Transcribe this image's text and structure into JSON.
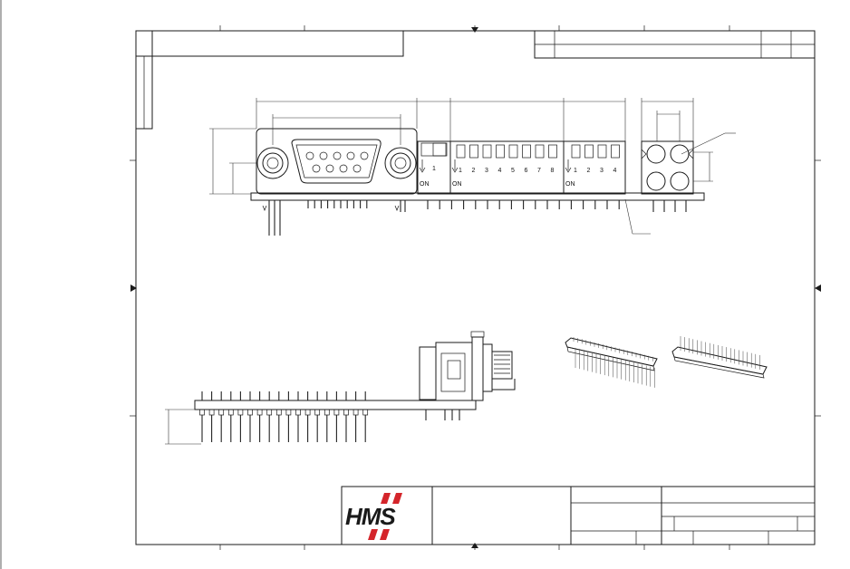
{
  "drawing": {
    "logo_text": "HMS",
    "logo_color": "#d4252b",
    "dip_switch_on_label": "ON",
    "dip_switch_a_numbers": [
      "1"
    ],
    "dip_switch_b_numbers": [
      "1",
      "2",
      "3",
      "4",
      "5",
      "6",
      "7",
      "8"
    ],
    "dip_switch_c_numbers": [
      "1",
      "2",
      "3",
      "4"
    ]
  }
}
